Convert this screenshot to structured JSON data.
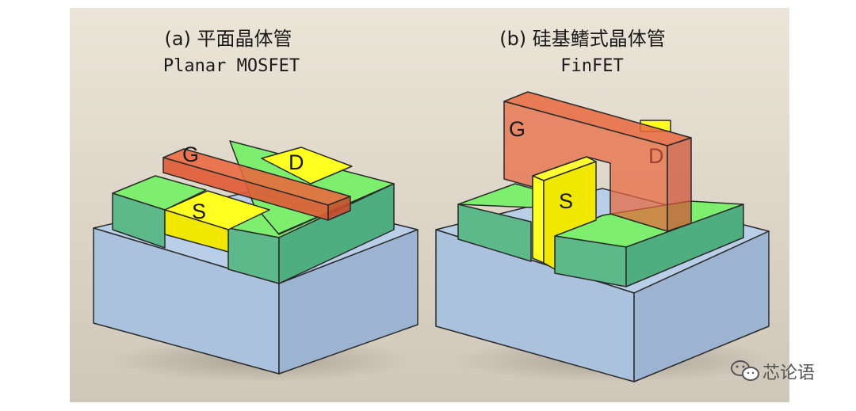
{
  "left": {
    "caption_zh": "(a) 平面晶体管",
    "caption_en": "Planar MOSFET",
    "labels": {
      "gate": "G",
      "drain": "D",
      "source": "S"
    }
  },
  "right": {
    "caption_zh": "(b) 硅基鳍式晶体管",
    "caption_en": "FinFET",
    "labels": {
      "gate": "G",
      "drain": "D",
      "source": "S"
    }
  },
  "watermark": {
    "text": "芯论语",
    "icon": "wechat-icon"
  },
  "colors": {
    "background_top": "#ece6da",
    "background_bottom": "#d2cabd",
    "substrate_top": "#b7cde6",
    "substrate_front": "#a9c1dc",
    "substrate_side": "#9bb3d0",
    "well_top": "#7ded6e",
    "well_front": "#5cb78a",
    "doped": "#ffff22",
    "doped_side": "#e8e000",
    "gate": "#e8603a",
    "outline": "#2a2a2a"
  }
}
